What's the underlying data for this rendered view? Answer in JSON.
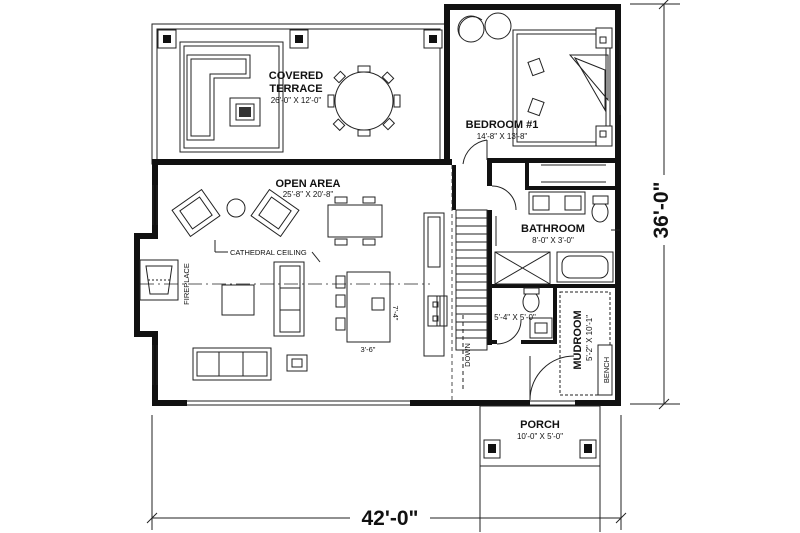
{
  "rooms": {
    "terrace": {
      "name_1": "COVERED",
      "name_2": "TERRACE",
      "dims": "26'-0\" X 12'-0\""
    },
    "bedroom": {
      "name": "BEDROOM #1",
      "dims": "14'-8\" X 13'-8\""
    },
    "open_area": {
      "name": "OPEN AREA",
      "dims": "25'-8\" X 20'-8\""
    },
    "bathroom": {
      "name": "BATHROOM",
      "dims": "8'-0\" X 3'-0\""
    },
    "closet": {
      "dims": "5'-4\" X 5'-0\""
    },
    "mudroom": {
      "name": "MUDROOM",
      "dims": "5'-2\" X 10'-1\""
    },
    "porch": {
      "name": "PORCH",
      "dims": "10'-0\" X 5'-0\""
    }
  },
  "labels": {
    "cathedral_ceiling": "CATHEDRAL CEILING",
    "fireplace": "FIREPLACE",
    "down": "DOWN",
    "bench": "BENCH",
    "island_width": "3'-6\"",
    "island_length": "7'-4\""
  },
  "overall": {
    "width": "42'-0\"",
    "depth": "36'-0\""
  }
}
